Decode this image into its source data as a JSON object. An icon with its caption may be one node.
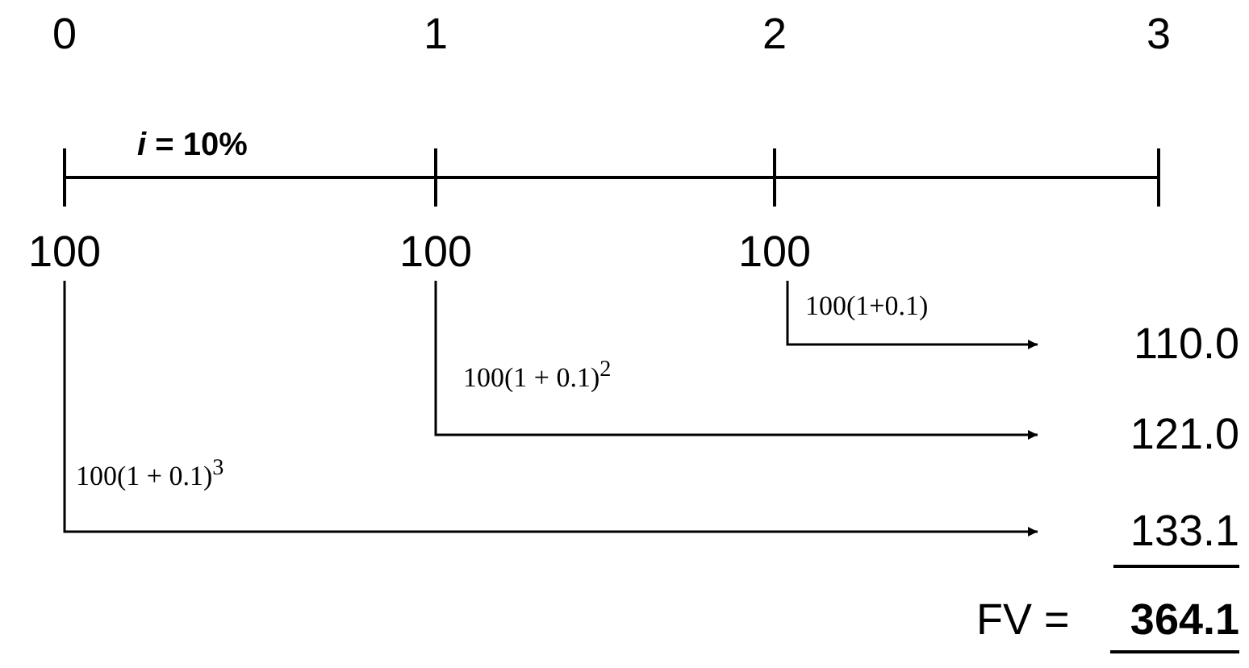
{
  "diagram": {
    "nodes": [
      {
        "text": [
          "100"
        ]
      },
      {
        "text": [
          "100"
        ]
      },
      {
        "text": [
          "100"
        ]
      },
      {
        "text": [
          "110.0"
        ]
      },
      {
        "text": [
          "121.0"
        ]
      },
      {
        "text": [
          "133.1"
        ]
      }
    ],
    "edges": [
      {
        "from": 2,
        "to": 3,
        "arrow": "to",
        "label": "100(1+0.1)"
      },
      {
        "from": 1,
        "to": 4,
        "arrow": "to",
        "label": "100(1 + 0.1)$^{2}$"
      },
      {
        "from": 0,
        "to": 5,
        "arrow": "to",
        "label": "100(1 + 0.1)$^{3}$"
      }
    ],
    "labels": [
      "0",
      "1",
      "2",
      "3",
      "*i* = 10%",
      "FV =",
      "364.1"
    ]
  }
}
